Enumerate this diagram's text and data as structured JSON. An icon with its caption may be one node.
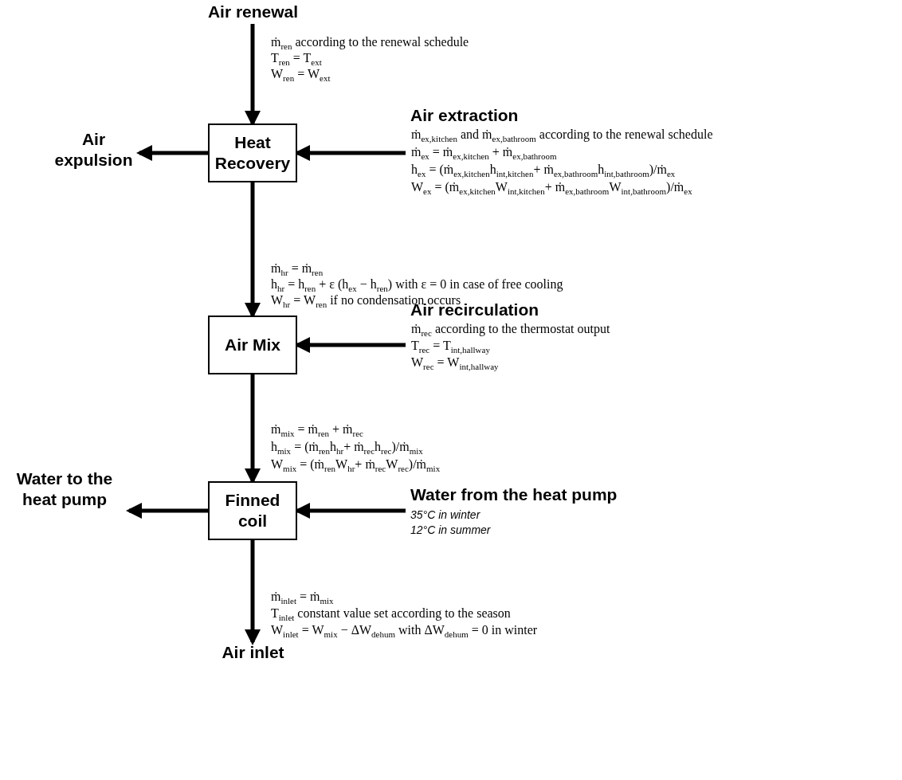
{
  "diagram": {
    "nodes": [
      {
        "text": [
          "Air renewal"
        ]
      },
      {
        "text": [
          "Heat Recovery"
        ]
      },
      {
        "text": [
          "Air expulsion"
        ]
      },
      {
        "text": [
          "Air extraction"
        ]
      },
      {
        "text": [
          "Air Mix"
        ]
      },
      {
        "text": [
          "Air recirculation"
        ]
      },
      {
        "text": [
          "Finned coil"
        ]
      },
      {
        "text": [
          "Water to the heat pump"
        ]
      },
      {
        "text": [
          "Water from the heat pump"
        ],
        "beside": [
          "35°C in winter",
          "12°C in summer"
        ]
      },
      {
        "text": [
          "Air inlet"
        ]
      }
    ],
    "edges": [
      {
        "from": 0,
        "to": 1,
        "arrow": "to"
      },
      {
        "from": 1,
        "to": 2,
        "arrow": "to"
      },
      {
        "from": 3,
        "to": 1,
        "arrow": "to"
      },
      {
        "from": 1,
        "to": 4,
        "arrow": "to"
      },
      {
        "from": 5,
        "to": 4,
        "arrow": "to"
      },
      {
        "from": 4,
        "to": 6,
        "arrow": "to"
      },
      {
        "from": 6,
        "to": 7,
        "arrow": "to"
      },
      {
        "from": 8,
        "to": 6,
        "arrow": "to"
      },
      {
        "from": 6,
        "to": 9,
        "arrow": "to"
      }
    ],
    "labels": [
      "ṁ$_{ren}$ according to the renewal schedule",
      "T$_{ren}$ = T$_{ext}$",
      "W$_{ren}$ = W$_{ext}$",
      "ṁ$_{ex,kitchen}$ and ṁ$_{ex,bathroom}$ according to the renewal schedule",
      "ṁ$_{ex}$ = ṁ$_{ex,kitchen}$ + ṁ$_{ex,bathroom}$",
      "h$_{ex}$ = (ṁ$_{ex,kitchen}$h$_{int,kitchen}$+ ṁ$_{ex,bathroom}$h$_{int,bathroom}$)/ṁ$_{ex}$",
      "W$_{ex}$ = (ṁ$_{ex,kitchen}$W$_{int,kitchen}$+ ṁ$_{ex,bathroom}$W$_{int,bathroom}$)/ṁ$_{ex}$",
      "ṁ$_{hr}$ = ṁ$_{ren}$",
      "h$_{hr}$ = h$_{ren}$ + ε (h$_{ex}$ − h$_{ren}$) with ε = 0 in case of free cooling",
      "W$_{hr}$ = W$_{ren}$ if no condensation occurs",
      "ṁ$_{rec}$ according to the thermostat output",
      "T$_{rec}$ = T$_{int,hallway}$",
      "W$_{rec}$ = W$_{int,hallway}$",
      "ṁ$_{mix}$ = ṁ$_{ren}$ + ṁ$_{rec}$",
      "h$_{mix}$ = (ṁ$_{ren}$h$_{hr}$+ ṁ$_{rec}$h$_{rec}$)/ṁ$_{mix}$",
      "W$_{mix}$ = (ṁ$_{ren}$W$_{hr}$+ ṁ$_{rec}$W$_{rec}$)/ṁ$_{mix}$",
      "ṁ$_{inlet}$ = ṁ$_{mix}$",
      "T$_{inlet}$ constant value set according to the season",
      "W$_{inlet}$ = W$_{mix}$ − ΔW$_{dehum}$ with ΔW$_{dehum}$ = 0 in winter"
    ]
  }
}
